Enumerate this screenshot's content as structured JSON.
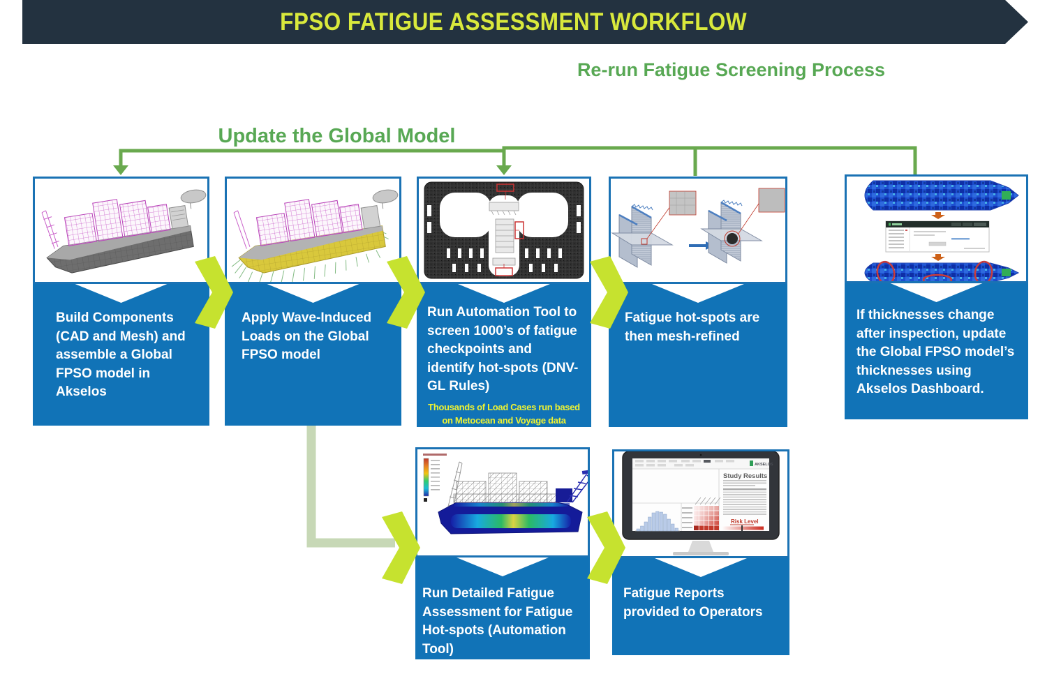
{
  "banner": {
    "title": "FPSO FATIGUE ASSESSMENT WORKFLOW"
  },
  "labels": {
    "rerun_loop": "Re-run Fatigue Screening Process",
    "update_loop": "Update the Global Model"
  },
  "steps": [
    {
      "id": "build-components",
      "caption_lines": [
        "Build Components",
        "(CAD and Mesh) and",
        "assemble a Global",
        "FPSO model in",
        "Akselos"
      ]
    },
    {
      "id": "apply-wave-loads",
      "caption_lines": [
        "Apply Wave-Induced",
        "Loads on the Global",
        "FPSO model"
      ]
    },
    {
      "id": "screen-fatigue-checkpoints",
      "caption_lines": [
        "Run Automation Tool to",
        "screen 1000’s  of fatigue",
        "checkpoints and",
        "identify hot-spots (DNV-",
        "GL Rules)"
      ],
      "note_lines": [
        "Thousands of  Load Cases run based",
        "on Metocean and Voyage data"
      ]
    },
    {
      "id": "mesh-refine-hotspots",
      "caption_lines": [
        "Fatigue hot-spots are",
        "then mesh-refined"
      ]
    },
    {
      "id": "update-thicknesses",
      "caption_lines": [
        "If thicknesses change",
        "after inspection, update",
        "the Global FPSO model’s",
        "thicknesses using",
        "Akselos Dashboard."
      ]
    },
    {
      "id": "detailed-fatigue-assessment",
      "caption_lines": [
        "Run Detailed Fatigue",
        "Assessment for Fatigue",
        "Hot-spots (Automation",
        "Tool)"
      ]
    },
    {
      "id": "fatigue-reports",
      "caption_lines": [
        "Fatigue Reports",
        "provided to Operators"
      ]
    }
  ],
  "monitor": {
    "heading": "Study Results",
    "risk_label": "Risk Level",
    "logo": "AKSELOS"
  },
  "colors": {
    "panel_blue": "#1173b7",
    "panel_border_blue": "#1a72b4",
    "chevron_chartreuse": "#c6e22f",
    "loop_green": "#69a94e",
    "pale_green": "#c7d8b6",
    "banner_dark": "#233240",
    "title_yellow": "#d9e93c",
    "note_yellow": "#eef233",
    "heading_green": "#58a854",
    "orange_arrow": "#cd6118",
    "red_highlight": "#c0392b"
  }
}
